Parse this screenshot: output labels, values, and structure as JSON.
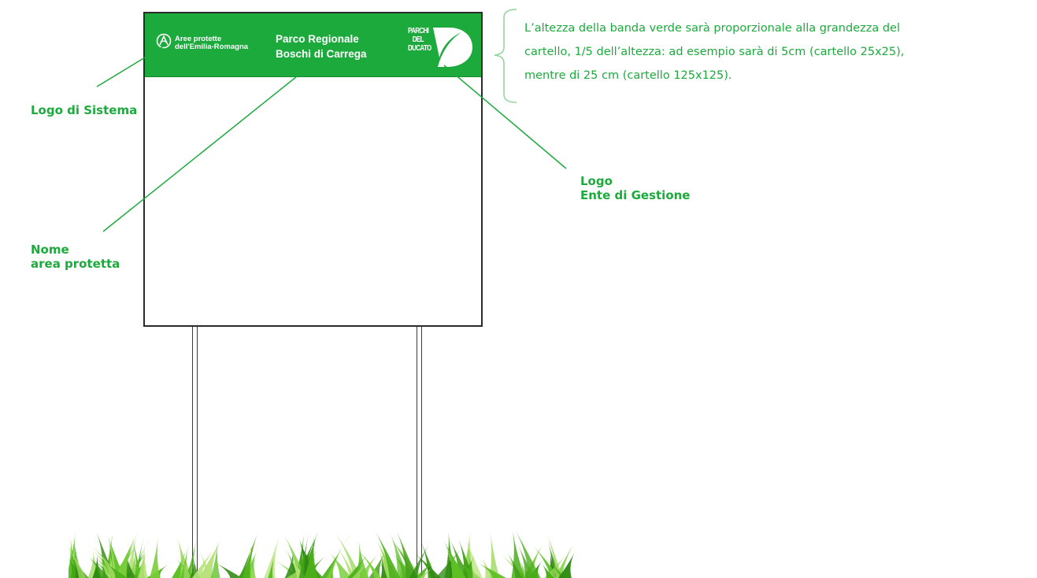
{
  "sign": {
    "system_logo": {
      "line1": "Aree protette",
      "line2": "dell'Emilia-Romagna"
    },
    "park_name": {
      "line1": "Parco Regionale",
      "line2": "Boschi di Carrega"
    },
    "ente_logo": {
      "line1": "PARCHI",
      "line2": "DEL",
      "line3": "DUCATO"
    },
    "band_color": "#1daa3d"
  },
  "labels": {
    "logo_sistema": "Logo di Sistema",
    "nome_line1": "Nome",
    "nome_line2": "area protetta",
    "ente_line1": "Logo",
    "ente_line2": "Ente di Gestione"
  },
  "note": {
    "line1": "L’altezza della banda verde sarà proporzionale alla grandezza del",
    "line2": "cartello, 1/5 dell’altezza: ad esempio sarà di 5cm (cartello 25x25),",
    "line3": "mentre di 25 cm (cartello 125x125)."
  },
  "colors": {
    "green": "#1daa3d",
    "bracket": "#8fd49a",
    "grass": "#4caf1a"
  }
}
